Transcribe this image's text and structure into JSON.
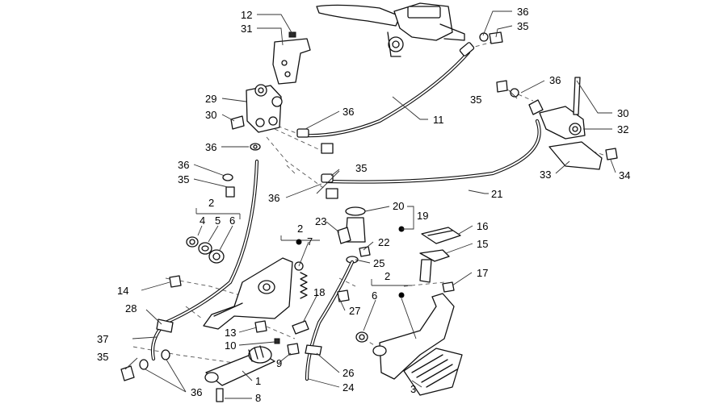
{
  "diagram": {
    "labels": {
      "l12": "12",
      "l31": "31",
      "l36a": "36",
      "l35a": "35",
      "l29": "29",
      "l30a": "30",
      "l36b": "36",
      "l36c": "36",
      "l35b": "35",
      "l36d": "36",
      "l35c": "35",
      "l36e": "36",
      "l11": "11",
      "l36f": "36",
      "l35d": "35",
      "l30b": "30",
      "l32": "32",
      "l33": "33",
      "l34": "34",
      "l21": "21",
      "l2a": "2",
      "l4": "4",
      "l5": "5",
      "l6a": "6",
      "l20": "20",
      "l19": "19",
      "l23": "23",
      "l22": "22",
      "l16": "16",
      "l15": "15",
      "l2b": "2",
      "l7": "7",
      "l25": "25",
      "l17": "17",
      "l14": "14",
      "l2c": "2",
      "l6b": "6",
      "l18": "18",
      "l28": "28",
      "l27": "27",
      "l13": "13",
      "l37": "37",
      "l10": "10",
      "l9": "9",
      "l35e": "35",
      "l26": "26",
      "l1": "1",
      "l24": "24",
      "l36g": "36",
      "l3": "3",
      "l8": "8"
    }
  }
}
